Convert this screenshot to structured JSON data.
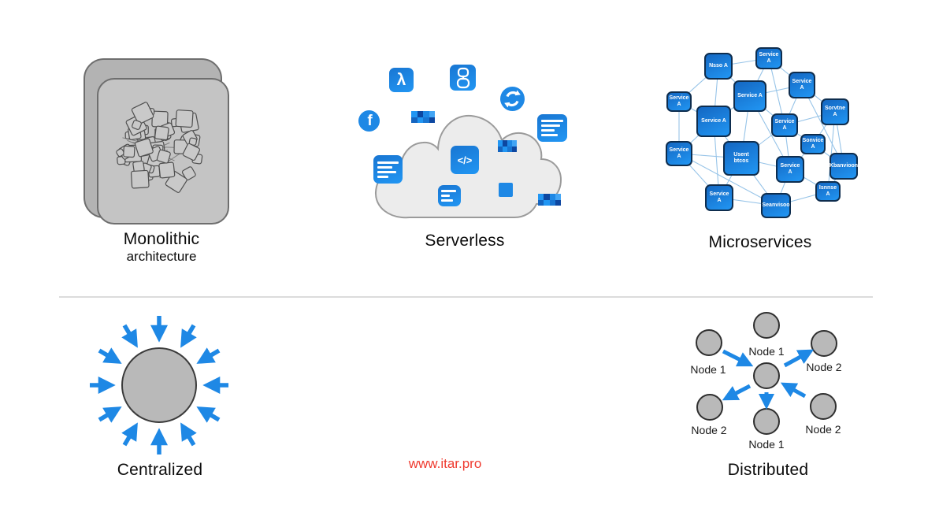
{
  "watermark": {
    "text": "www.itar.pro",
    "color": "#ef3b30"
  },
  "colors": {
    "accent_blue": "#1e88e5",
    "dark_blue": "#1565c0",
    "node_border": "#0e2d4e",
    "edge_blue": "#97c4e8",
    "gray_fill": "#b9b9b9"
  },
  "sections": {
    "monolithic": {
      "title": "Monolithic",
      "subtitle": "architecture"
    },
    "serverless": {
      "title": "Serverless",
      "icons": {
        "lambda_glyph": "λ",
        "facebook_glyph": "f",
        "code_glyph": "</>"
      }
    },
    "microservices": {
      "title": "Microservices",
      "nodes": [
        {
          "label": "Nsso A"
        },
        {
          "label": "Service A"
        },
        {
          "label": "Service A"
        },
        {
          "label": "Service A"
        },
        {
          "label": "Service A"
        },
        {
          "label": "Service A"
        },
        {
          "label": "Service A"
        },
        {
          "label": "Sorvtne A"
        },
        {
          "label": "Service A"
        },
        {
          "label": "Usent btcos"
        },
        {
          "label": "Sonvice A"
        },
        {
          "label": "Kbanvioon"
        },
        {
          "label": "Service A"
        },
        {
          "label": "Isnnse A"
        },
        {
          "label": "Service A"
        },
        {
          "label": "Seanvisoo"
        }
      ]
    },
    "centralized": {
      "title": "Centralized"
    },
    "distributed": {
      "title": "Distributed",
      "labels": {
        "top": "Node 1",
        "top_left": "Node 1",
        "top_right": "Node 2",
        "bottom_left": "Node 2",
        "bottom": "Node 1",
        "bottom_right": "Node 2"
      }
    }
  }
}
